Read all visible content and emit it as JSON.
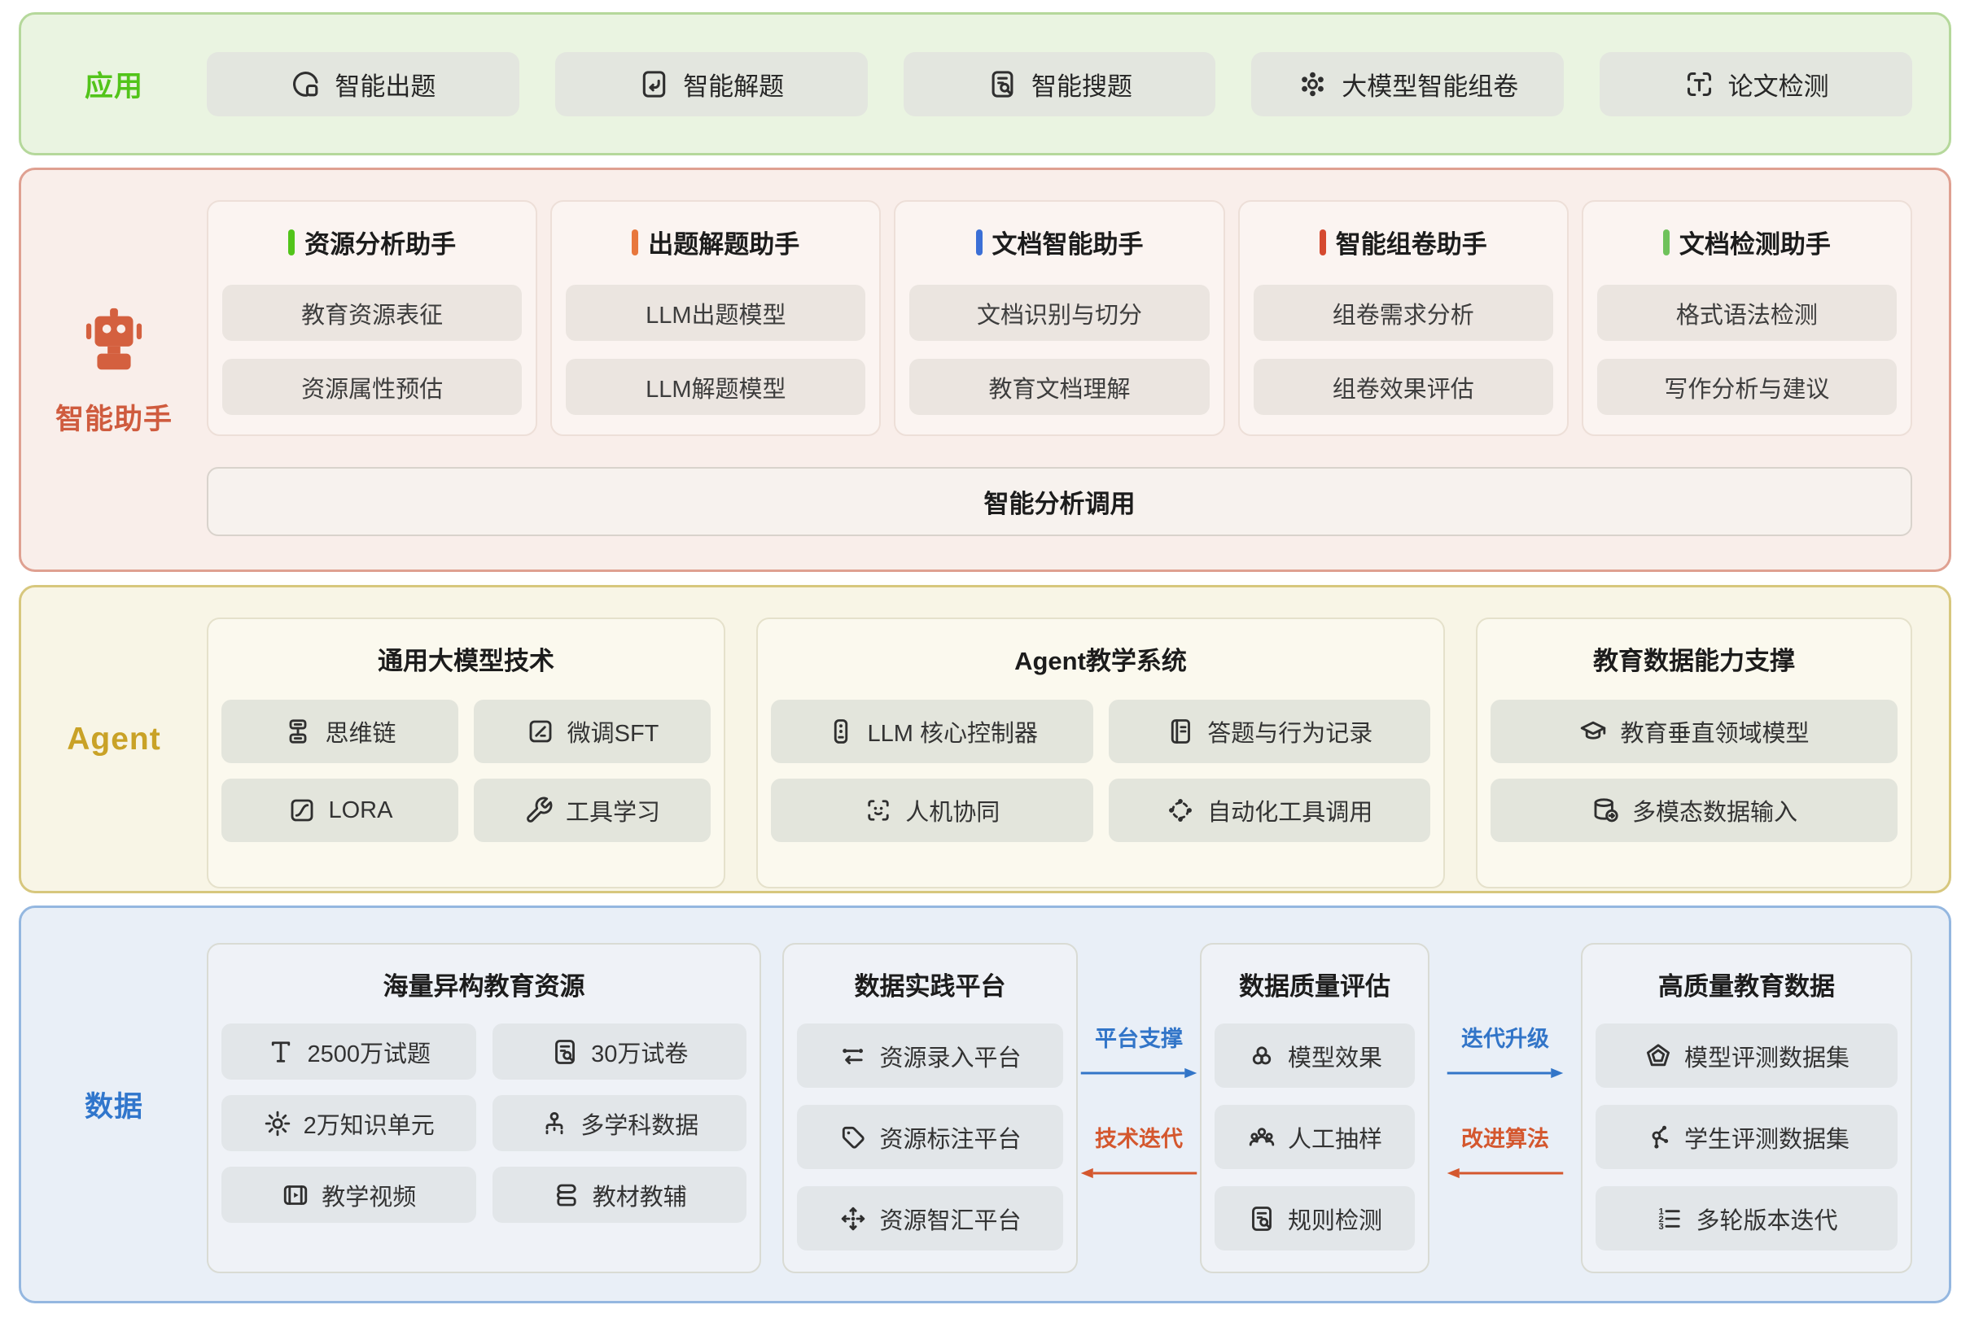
{
  "apps": {
    "label": "应用",
    "buttons": [
      {
        "label": "智能出题",
        "icon": "quiz-generate-icon"
      },
      {
        "label": "智能解题",
        "icon": "solve-icon"
      },
      {
        "label": "智能搜题",
        "icon": "search-question-icon"
      },
      {
        "label": "大模型智能组卷",
        "icon": "model-assemble-icon"
      },
      {
        "label": "论文检测",
        "icon": "paper-check-icon"
      }
    ]
  },
  "assistants": {
    "label": "智能助手",
    "icon": "robot-icon",
    "footer": "智能分析调用",
    "cards": [
      {
        "title": "资源分析助手",
        "accent": "#52c41a",
        "items": [
          "教育资源表征",
          "资源属性预估"
        ]
      },
      {
        "title": "出题解题助手",
        "accent": "#e8773d",
        "items": [
          "LLM出题模型",
          "LLM解题模型"
        ]
      },
      {
        "title": "文档智能助手",
        "accent": "#3b6fd6",
        "items": [
          "文档识别与切分",
          "教育文档理解"
        ]
      },
      {
        "title": "智能组卷助手",
        "accent": "#d5492f",
        "items": [
          "组卷需求分析",
          "组卷效果评估"
        ]
      },
      {
        "title": "文档检测助手",
        "accent": "#6fc25b",
        "items": [
          "格式语法检测",
          "写作分析与建议"
        ]
      }
    ]
  },
  "agent": {
    "label": "Agent",
    "cards": [
      {
        "title": "通用大模型技术",
        "items": [
          {
            "label": "思维链",
            "icon": "chain-of-thought-icon"
          },
          {
            "label": "微调SFT",
            "icon": "finetune-icon"
          },
          {
            "label": "LORA",
            "icon": "lora-icon"
          },
          {
            "label": "工具学习",
            "icon": "wrench-icon"
          }
        ]
      },
      {
        "title": "Agent教学系统",
        "items": [
          {
            "label": "LLM 核心控制器",
            "icon": "controller-icon"
          },
          {
            "label": "答题与行为记录",
            "icon": "record-icon"
          },
          {
            "label": "人机协同",
            "icon": "human-machine-icon"
          },
          {
            "label": "自动化工具调用",
            "icon": "auto-tool-icon"
          }
        ]
      },
      {
        "title": "教育数据能力支撑",
        "items": [
          {
            "label": "教育垂直领域模型",
            "icon": "graduation-cap-icon"
          },
          {
            "label": "多模态数据输入",
            "icon": "database-input-icon"
          }
        ]
      }
    ]
  },
  "data_band": {
    "label": "数据",
    "cards": [
      {
        "title": "海量异构教育资源",
        "items": [
          {
            "label": "2500万试题",
            "icon": "text-icon"
          },
          {
            "label": "30万试卷",
            "icon": "paper-search-icon"
          },
          {
            "label": "2万知识单元",
            "icon": "gear-icon"
          },
          {
            "label": "多学科数据",
            "icon": "subject-tree-icon"
          },
          {
            "label": "教学视频",
            "icon": "video-icon"
          },
          {
            "label": "教材教辅",
            "icon": "books-icon"
          }
        ]
      },
      {
        "title": "数据实践平台",
        "items": [
          {
            "label": "资源录入平台",
            "icon": "transfer-icon"
          },
          {
            "label": "资源标注平台",
            "icon": "tag-icon"
          },
          {
            "label": "资源智汇平台",
            "icon": "move-icon"
          }
        ]
      },
      {
        "title": "数据质量评估",
        "items": [
          {
            "label": "模型效果",
            "icon": "venn-circles-icon"
          },
          {
            "label": "人工抽样",
            "icon": "people-icon"
          },
          {
            "label": "规则检测",
            "icon": "rule-check-icon"
          }
        ]
      },
      {
        "title": "高质量教育数据",
        "items": [
          {
            "label": "模型评测数据集",
            "icon": "pentagon-icon"
          },
          {
            "label": "学生评测数据集",
            "icon": "molecule-icon"
          },
          {
            "label": "多轮版本迭代",
            "icon": "numbered-list-icon"
          }
        ]
      }
    ],
    "connectors": [
      {
        "top": {
          "label": "平台支撑",
          "direction": "right"
        },
        "bottom": {
          "label": "技术迭代",
          "direction": "left"
        }
      },
      {
        "top": {
          "label": "迭代升级",
          "direction": "right"
        },
        "bottom": {
          "label": "改进算法",
          "direction": "left"
        }
      }
    ]
  },
  "colors": {
    "apps_label": "#52c41a",
    "assist_label": "#cf5b3e",
    "agent_label": "#c9a227",
    "data_label": "#3076cc",
    "arrow_blue": "#3275c8",
    "arrow_orange": "#d4572e"
  }
}
